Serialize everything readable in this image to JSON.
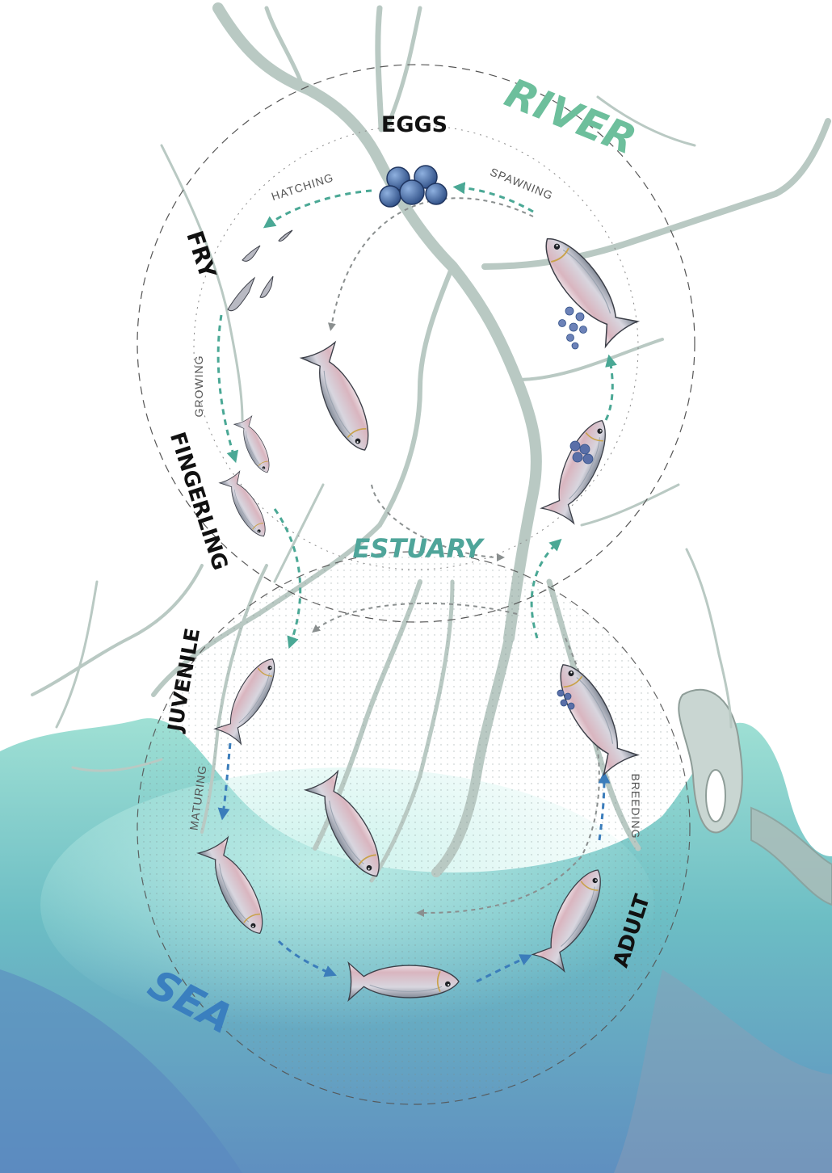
{
  "regions": {
    "river": "RIVER",
    "estuary": "ESTUARY",
    "sea": "SEA"
  },
  "stages": {
    "eggs": "EGGS",
    "fry": "FRY",
    "fingerling": "FINGERLING",
    "juvenile": "JUVENILE",
    "adult": "ADULT"
  },
  "processes": {
    "hatching": "HATCHING",
    "spawning": "SPAWNING",
    "growing": "GROWING",
    "maturing": "MATURING",
    "breeding": "BREEDING"
  },
  "colors": {
    "river": "#6dbf9c",
    "estuary": "#4fa59a",
    "sea": "#3a7fbf",
    "upper_arrow": "#4aa895",
    "lower_arrow": "#3b7dbb",
    "egg": "#4a6fa5"
  }
}
